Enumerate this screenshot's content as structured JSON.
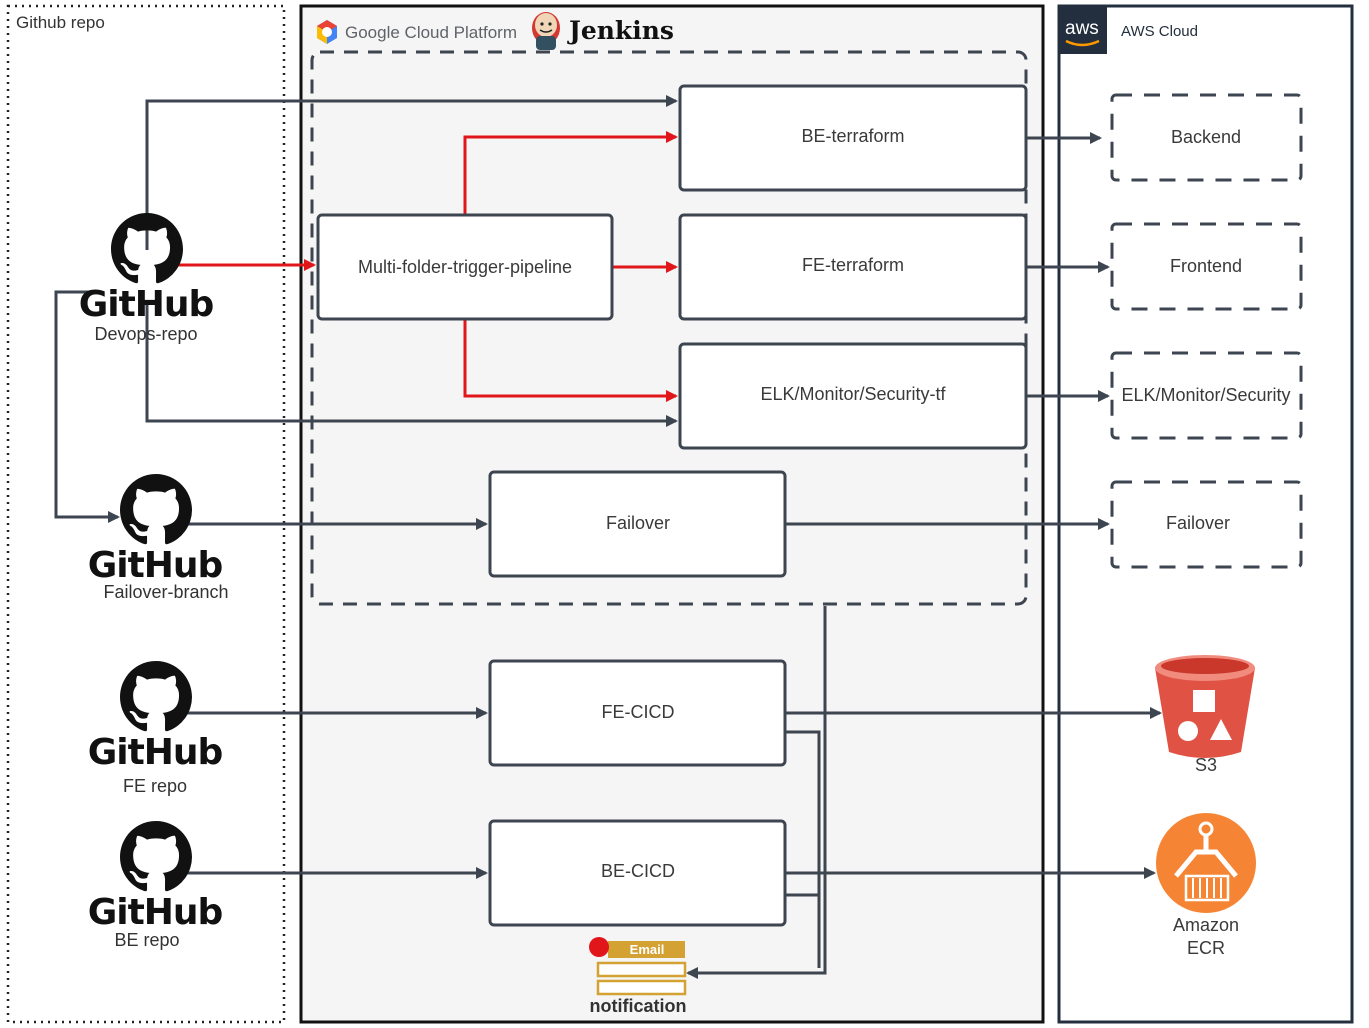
{
  "regions": {
    "github": "Github  repo",
    "gcp": "Google Cloud Platform",
    "jenkins": "Jenkins",
    "aws_logo": "aws",
    "aws": "AWS Cloud"
  },
  "repos": {
    "devops": {
      "word": "GitHub",
      "label": "Devops-repo"
    },
    "failover": {
      "word": "GitHub",
      "label": "Failover-branch"
    },
    "fe": {
      "word": "GitHub",
      "label": "FE repo"
    },
    "be": {
      "word": "GitHub",
      "label": "BE repo"
    }
  },
  "jobs": {
    "multi": "Multi-folder-trigger-pipeline",
    "be_tf": "BE-terraform",
    "fe_tf": "FE-terraform",
    "elk_tf": "ELK/Monitor/Security-tf",
    "failover": "Failover",
    "fe_cicd": "FE-CICD",
    "be_cicd": "BE-CICD"
  },
  "aws_targets": {
    "backend": "Backend",
    "frontend": "Frontend",
    "elk": "ELK/Monitor/Security",
    "failover": "Failover",
    "s3": "S3",
    "ecr_line1": "Amazon",
    "ecr_line2": "ECR"
  },
  "notification": {
    "badge": "Email",
    "label": "notification"
  },
  "colors": {
    "arrow": "#3d4550",
    "trigger_arrow": "#e0161b",
    "s3": "#e05243",
    "ecr": "#f58534",
    "email_gold": "#d4a233",
    "gcp_bg": "#f5f5f5"
  }
}
